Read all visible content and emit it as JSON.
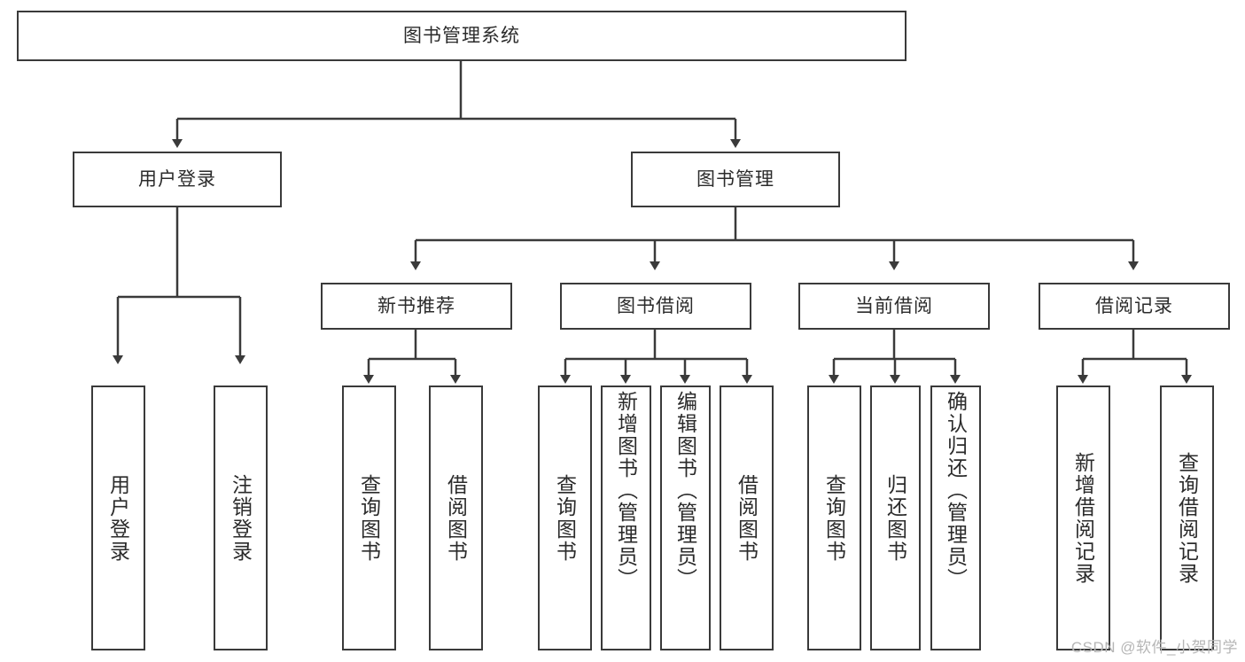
{
  "diagram": {
    "title": "图书管理系统",
    "type": "hierarchy-tree",
    "root": {
      "id": "root",
      "label": "图书管理系统"
    },
    "level2": [
      {
        "id": "user-login",
        "label": "用户登录"
      },
      {
        "id": "book-management",
        "label": "图书管理"
      }
    ],
    "level3": [
      {
        "id": "new-book-recommend",
        "label": "新书推荐",
        "parent": "book-management"
      },
      {
        "id": "book-borrow",
        "label": "图书借阅",
        "parent": "book-management"
      },
      {
        "id": "current-borrow",
        "label": "当前借阅",
        "parent": "book-management"
      },
      {
        "id": "borrow-record",
        "label": "借阅记录",
        "parent": "book-management"
      }
    ],
    "leaves": [
      {
        "id": "leaf-user-login",
        "label": "用户登录",
        "parent": "user-login"
      },
      {
        "id": "leaf-logout",
        "label": "注销登录",
        "parent": "user-login"
      },
      {
        "id": "leaf-query-book-1",
        "label": "查询图书",
        "parent": "new-book-recommend"
      },
      {
        "id": "leaf-borrow-book-1",
        "label": "借阅图书",
        "parent": "new-book-recommend"
      },
      {
        "id": "leaf-query-book-2",
        "label": "查询图书",
        "parent": "book-borrow"
      },
      {
        "id": "leaf-add-book",
        "label": "新增图书（管理员）",
        "parent": "book-borrow"
      },
      {
        "id": "leaf-edit-book",
        "label": "编辑图书（管理员）",
        "parent": "book-borrow"
      },
      {
        "id": "leaf-borrow-book-2",
        "label": "借阅图书",
        "parent": "book-borrow"
      },
      {
        "id": "leaf-query-book-3",
        "label": "查询图书",
        "parent": "current-borrow"
      },
      {
        "id": "leaf-return-book",
        "label": "归还图书",
        "parent": "current-borrow"
      },
      {
        "id": "leaf-confirm-return",
        "label": "确认归还（管理员）",
        "parent": "current-borrow"
      },
      {
        "id": "leaf-add-record",
        "label": "新增借阅记录",
        "parent": "borrow-record"
      },
      {
        "id": "leaf-query-record",
        "label": "查询借阅记录",
        "parent": "borrow-record"
      }
    ]
  },
  "watermark": {
    "text": "CSDN @软件_小贺同学"
  },
  "colors": {
    "border": "#3a3a3a",
    "text": "#2b2b2b",
    "background": "#ffffff",
    "watermark": "#b6b6b6"
  }
}
